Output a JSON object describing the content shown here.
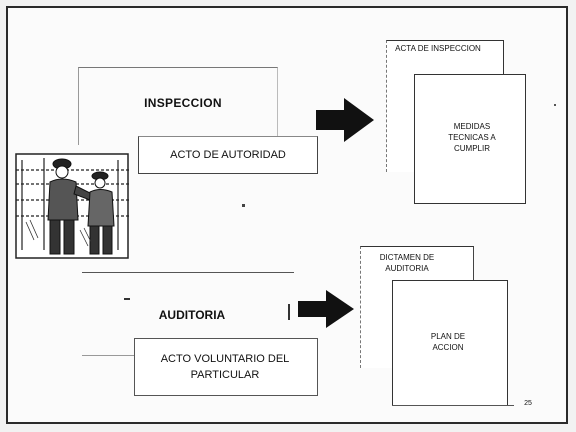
{
  "top": {
    "main_label": "INSPECCION",
    "sub_label": "ACTO DE AUTORIDAD",
    "doc_back_label": "ACTA DE INSPECCION",
    "doc_front_label": "MEDIDAS TECNICAS A CUMPLIR"
  },
  "bottom": {
    "main_label": "AUDITORIA",
    "sub_label": "ACTO VOLUNTARIO DEL PARTICULAR",
    "doc_back_label": "DICTAMEN DE AUDITORIA",
    "doc_front_label": "PLAN DE ACCION"
  },
  "page_number": "25",
  "illustration": "workers-clipart-icon"
}
